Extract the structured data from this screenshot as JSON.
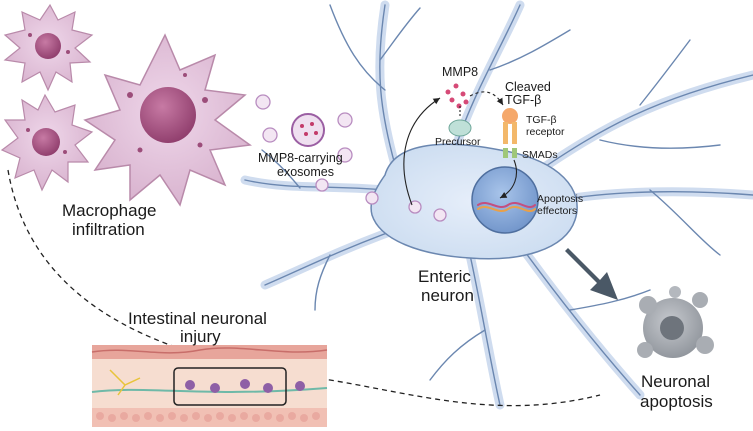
{
  "labels": {
    "mmp8": "MMP8",
    "cleaved_line1": "Cleaved",
    "cleaved_line2": "TGF-β",
    "precursor": "Precursor",
    "receptor_line1": "TGF-β",
    "receptor_line2": "receptor",
    "smads": "SMADs",
    "apoptosis_effectors_line1": "Apoptosis",
    "apoptosis_effectors_line2": "effectors",
    "exosomes_line1": "MMP8-carrying",
    "exosomes_line2": "exosomes",
    "macrophage_line1": "Macrophage",
    "macrophage_line2": "infiltration",
    "enteric_line1": "Enteric",
    "enteric_line2": "neuron",
    "injury_line1": "Intestinal neuronal",
    "injury_line2": "injury",
    "apoptosis_line1": "Neuronal",
    "apoptosis_line2": "apoptosis"
  },
  "colors": {
    "neuron_fill": "#dbe6f4",
    "neuron_stroke": "#6b87b0",
    "macrophage_fill": "#e3c6dc",
    "macrophage_nucleus": "#b05a88",
    "apoptotic_cell": "#a9adb3",
    "arrow_dark": "#4a5866",
    "tissue_pink": "#f3c9c2"
  }
}
